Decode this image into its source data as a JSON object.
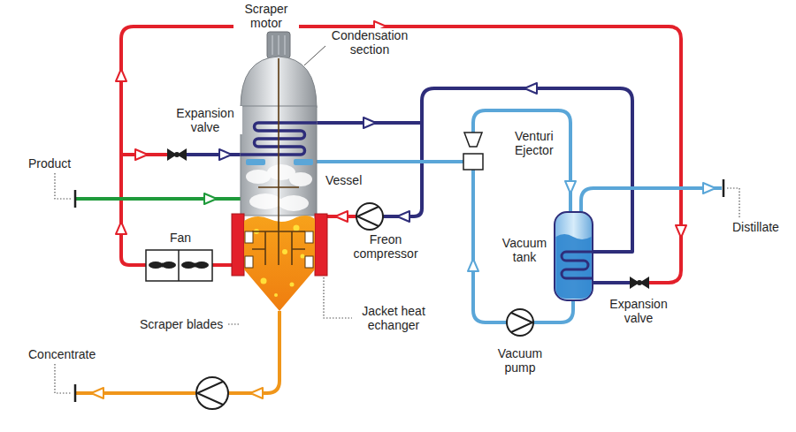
{
  "diagram": {
    "labels": [
      "Scraper motor",
      "Condensation section",
      "Expansion valve",
      "Product",
      "Vessel",
      "Venturi Ejector",
      "Distillate",
      "Fan",
      "Freon compressor",
      "Vacuum tank",
      "Scraper blades",
      "Jacket heat echanger",
      "Expansion valve",
      "Vacuum pump",
      "Concentrate"
    ]
  }
}
